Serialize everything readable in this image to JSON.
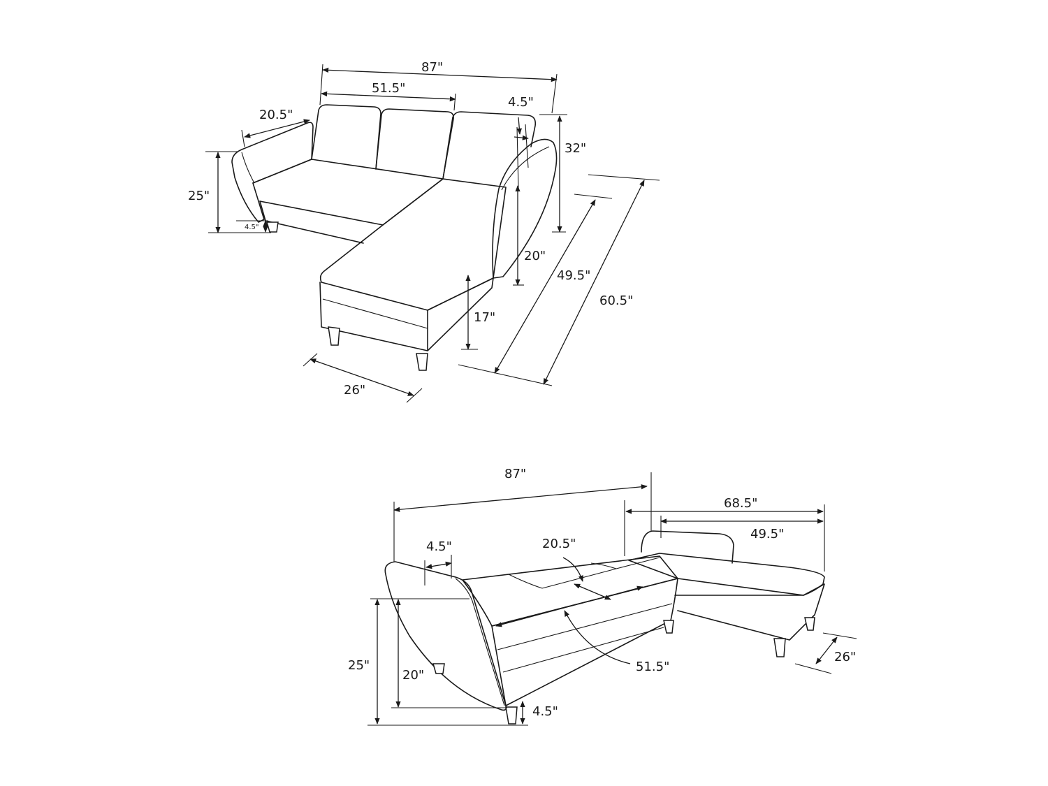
{
  "sofa_view": {
    "width_total": "87\"",
    "seat_width": "51.5\"",
    "arm_depth": "20.5\"",
    "arm_width": "4.5\"",
    "height_back": "32\"",
    "height_arm": "25\"",
    "leg_height": "4.5\"",
    "arm_height": "20\"",
    "chaise_seat_height": "17\"",
    "chaise_width": "26\"",
    "chaise_length": "49.5\"",
    "depth_total": "60.5\""
  },
  "bed_view": {
    "width_total": "87\"",
    "arm_width": "4.5\"",
    "cushion_depth": "20.5\"",
    "chaise_total": "68.5\"",
    "chaise_length": "49.5\"",
    "height_arm": "25\"",
    "arm_height": "20\"",
    "bed_width": "51.5\"",
    "leg_height": "4.5\"",
    "chaise_width": "26\""
  }
}
